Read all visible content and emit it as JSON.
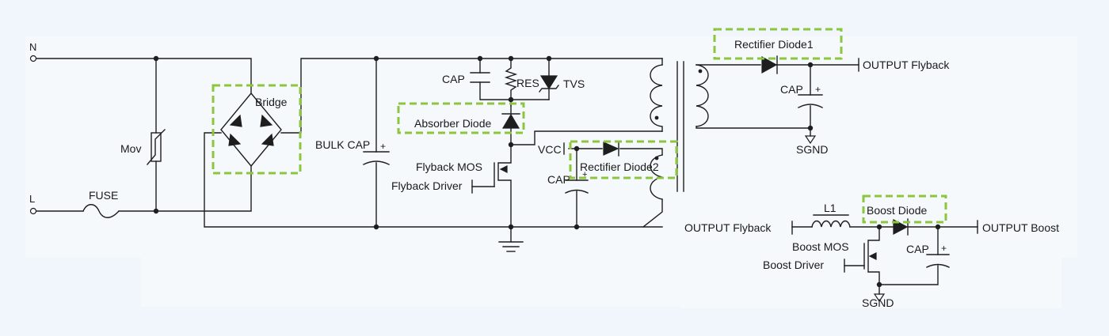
{
  "terminals": {
    "n": "N",
    "l": "L"
  },
  "labels": {
    "fuse": "FUSE",
    "mov": "Mov",
    "bridge": "Bridge",
    "bulk_cap": "BULK CAP",
    "cap_snubber": "CAP",
    "res": "RES",
    "tvs": "TVS",
    "absorber_diode": "Absorber Diode",
    "flyback_mos": "Flyback MOS",
    "flyback_driver": "Flyback Driver",
    "vcc": "VCC",
    "rectifier_diode2": "Rectifier Diode2",
    "cap_aux": "CAP",
    "rectifier_diode1": "Rectifier Diode1",
    "output_flyback": "OUTPUT Flyback",
    "cap_out": "CAP",
    "sgnd_top": "SGND",
    "boost_in": "OUTPUT Flyback",
    "l1": "L1",
    "boost_diode": "Boost Diode",
    "output_boost": "OUTPUT Boost",
    "boost_mos": "Boost MOS",
    "boost_driver": "Boost Driver",
    "cap_boost": "CAP",
    "sgnd_bottom": "SGND",
    "plus": "+"
  },
  "colors": {
    "highlight": "#8cc63f",
    "wire": "#1e1e1e",
    "background": "#f0f6fb",
    "panel": "#f6f9fc"
  }
}
